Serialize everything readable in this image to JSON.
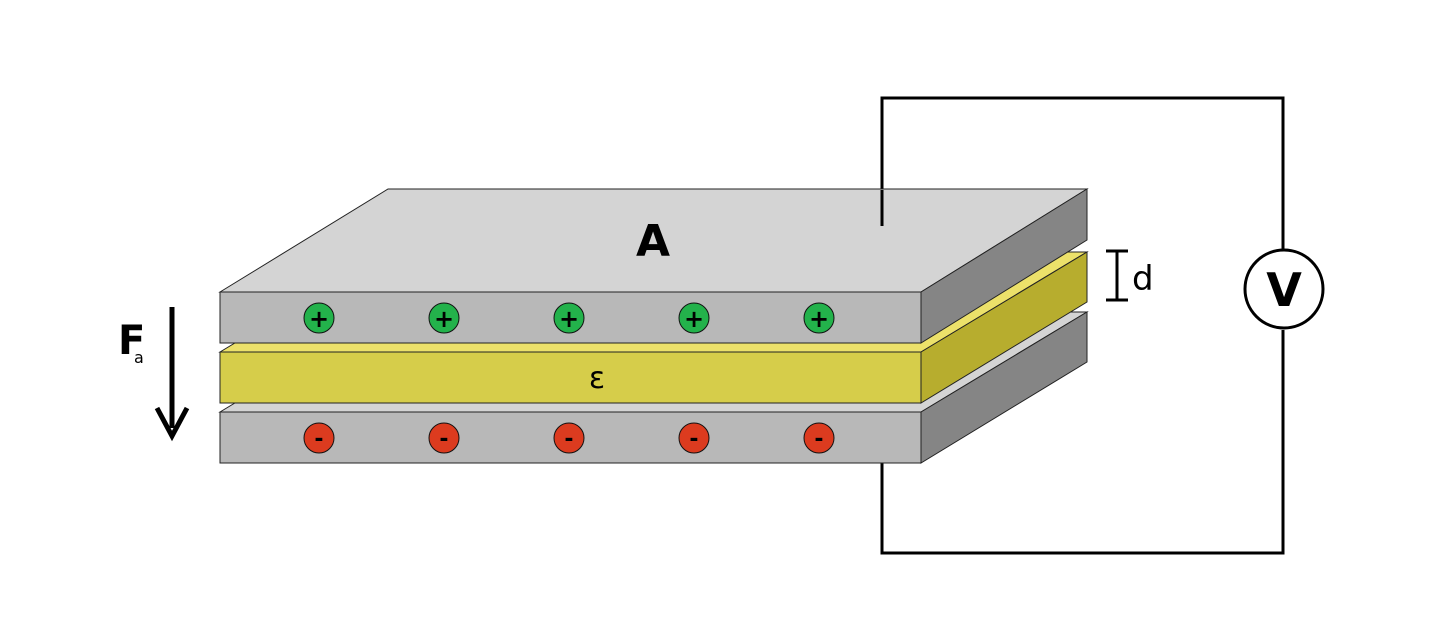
{
  "labels": {
    "area": "A",
    "permittivity": "ε",
    "distance": "d",
    "voltmeter": "V",
    "force": "F",
    "force_subscript": "a",
    "positive_charge": "+",
    "negative_charge": "-"
  },
  "charges": {
    "top_plate": [
      "+",
      "+",
      "+",
      "+",
      "+"
    ],
    "bottom_plate": [
      "-",
      "-",
      "-",
      "-",
      "-"
    ]
  },
  "colors": {
    "plate_top_face": "#d4d4d4",
    "plate_front": "#b8b8b8",
    "plate_side": "#858585",
    "dielectric_top": "#ece16a",
    "dielectric_front": "#d6cd4a",
    "dielectric_side": "#b7ad2e",
    "positive": "#23b24b",
    "negative": "#dc3b1f",
    "wire": "#000000"
  }
}
